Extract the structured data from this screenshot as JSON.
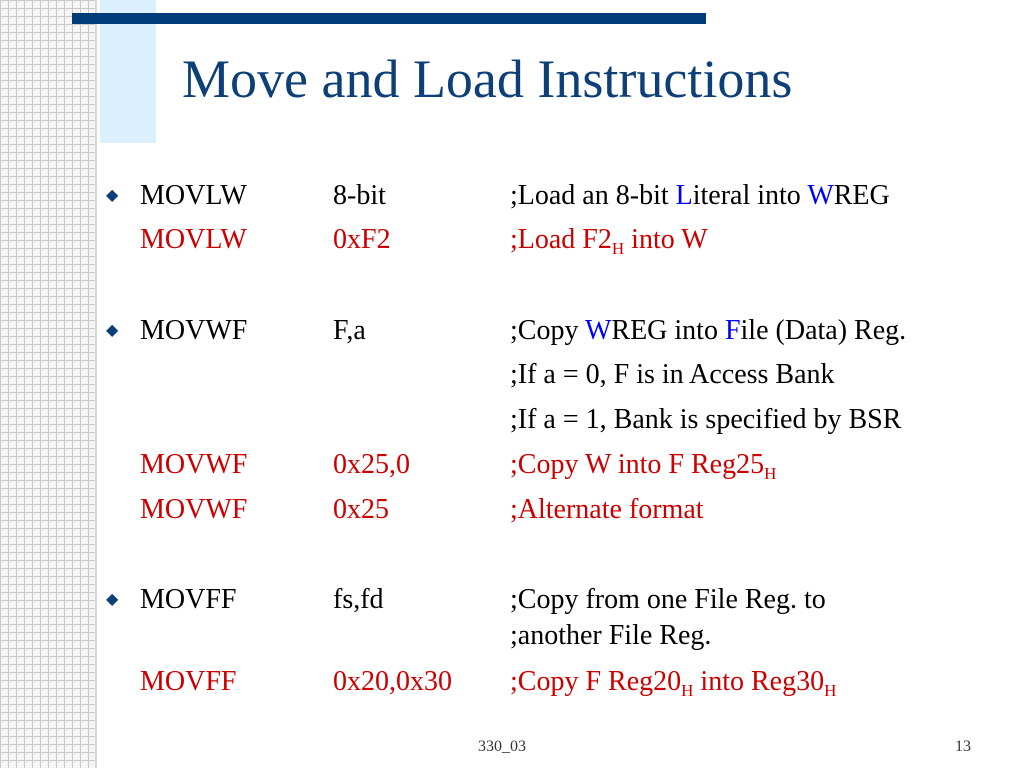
{
  "title": "Move and Load Instructions",
  "footer": {
    "center": "330_03",
    "page": "13"
  },
  "rows": [
    {
      "op": "MOVLW",
      "arg": "8-bit",
      "c_pre": ";Load an 8-bit ",
      "c_h1": "L",
      "c_mid": "iteral into ",
      "c_h2": "W",
      "c_post": "REG"
    },
    {
      "op": "MOVLW",
      "arg": "0xF2",
      "c_pre": ";Load F2",
      "c_sub": "H",
      "c_post": " into W"
    },
    {
      "op": "MOVWF",
      "arg": "F,a",
      "c_pre": ";Copy ",
      "c_h1": "W",
      "c_mid": "REG into ",
      "c_h2": "F",
      "c_post": "ile (Data) Reg."
    },
    {
      "comment": ";If a = 0, F is in Access Bank"
    },
    {
      "comment": ";If a = 1, Bank is specified by BSR"
    },
    {
      "op": "MOVWF",
      "arg": "0x25,0",
      "c_pre": ";Copy W into F Reg25",
      "c_sub": "H"
    },
    {
      "op": "MOVWF",
      "arg": "0x25",
      "comment": ";Alternate format"
    },
    {
      "op": "MOVFF",
      "arg": "fs,fd",
      "comment": ";Copy from one File Reg. to"
    },
    {
      "comment": ";another File Reg."
    },
    {
      "op": "MOVFF",
      "arg": "0x20,0x30",
      "c_pre": ";Copy F Reg20",
      "c_sub": "H",
      "c_mid": " into Reg30",
      "c_sub2": "H"
    }
  ],
  "bullet_symbol": "◆",
  "colors": {
    "title": "#0d3f78",
    "accent_bar": "#003b7a",
    "example": "#cc0000",
    "highlight": "#0000ff"
  }
}
